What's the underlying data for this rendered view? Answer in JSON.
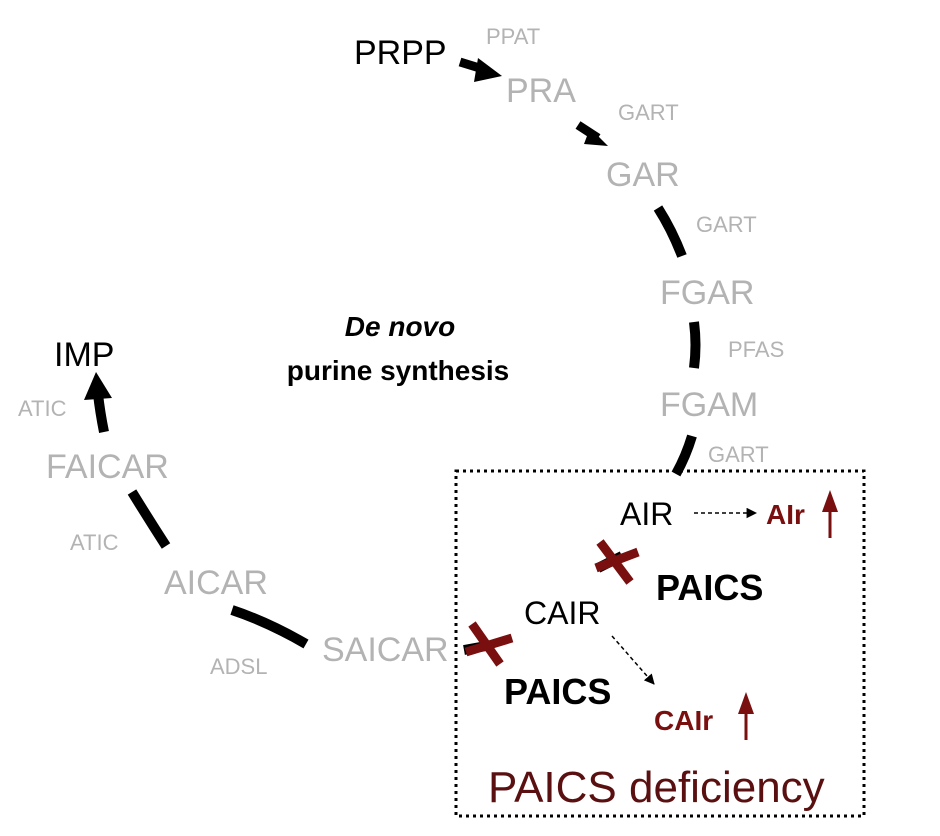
{
  "diagram": {
    "title_line1": "De novo",
    "title_line2": "purine synthesis",
    "metabolites": {
      "prpp": "PRPP",
      "pra": "PRA",
      "gar": "GAR",
      "fgar": "FGAR",
      "fgam": "FGAM",
      "air": "AIR",
      "cair": "CAIR",
      "saicar": "SAICAR",
      "aicar": "AICAR",
      "faicar": "FAICAR",
      "imp": "IMP"
    },
    "enzymes": {
      "ppat": "PPAT",
      "gart1": "GART",
      "gart2": "GART",
      "pfas": "PFAS",
      "gart3": "GART",
      "adsl": "ADSL",
      "atic1": "ATIC",
      "atic2": "ATIC"
    },
    "deficiency": {
      "enzyme_upper": "PAICS",
      "enzyme_lower": "PAICS",
      "air_riboside": "AIr",
      "cair_riboside": "CAIr",
      "box_label": "PAICS deficiency"
    },
    "colors": {
      "active": "#000000",
      "inactive": "#b3b3b3",
      "deficiency": "#7a0f0f",
      "box_label": "#5a1010"
    }
  }
}
